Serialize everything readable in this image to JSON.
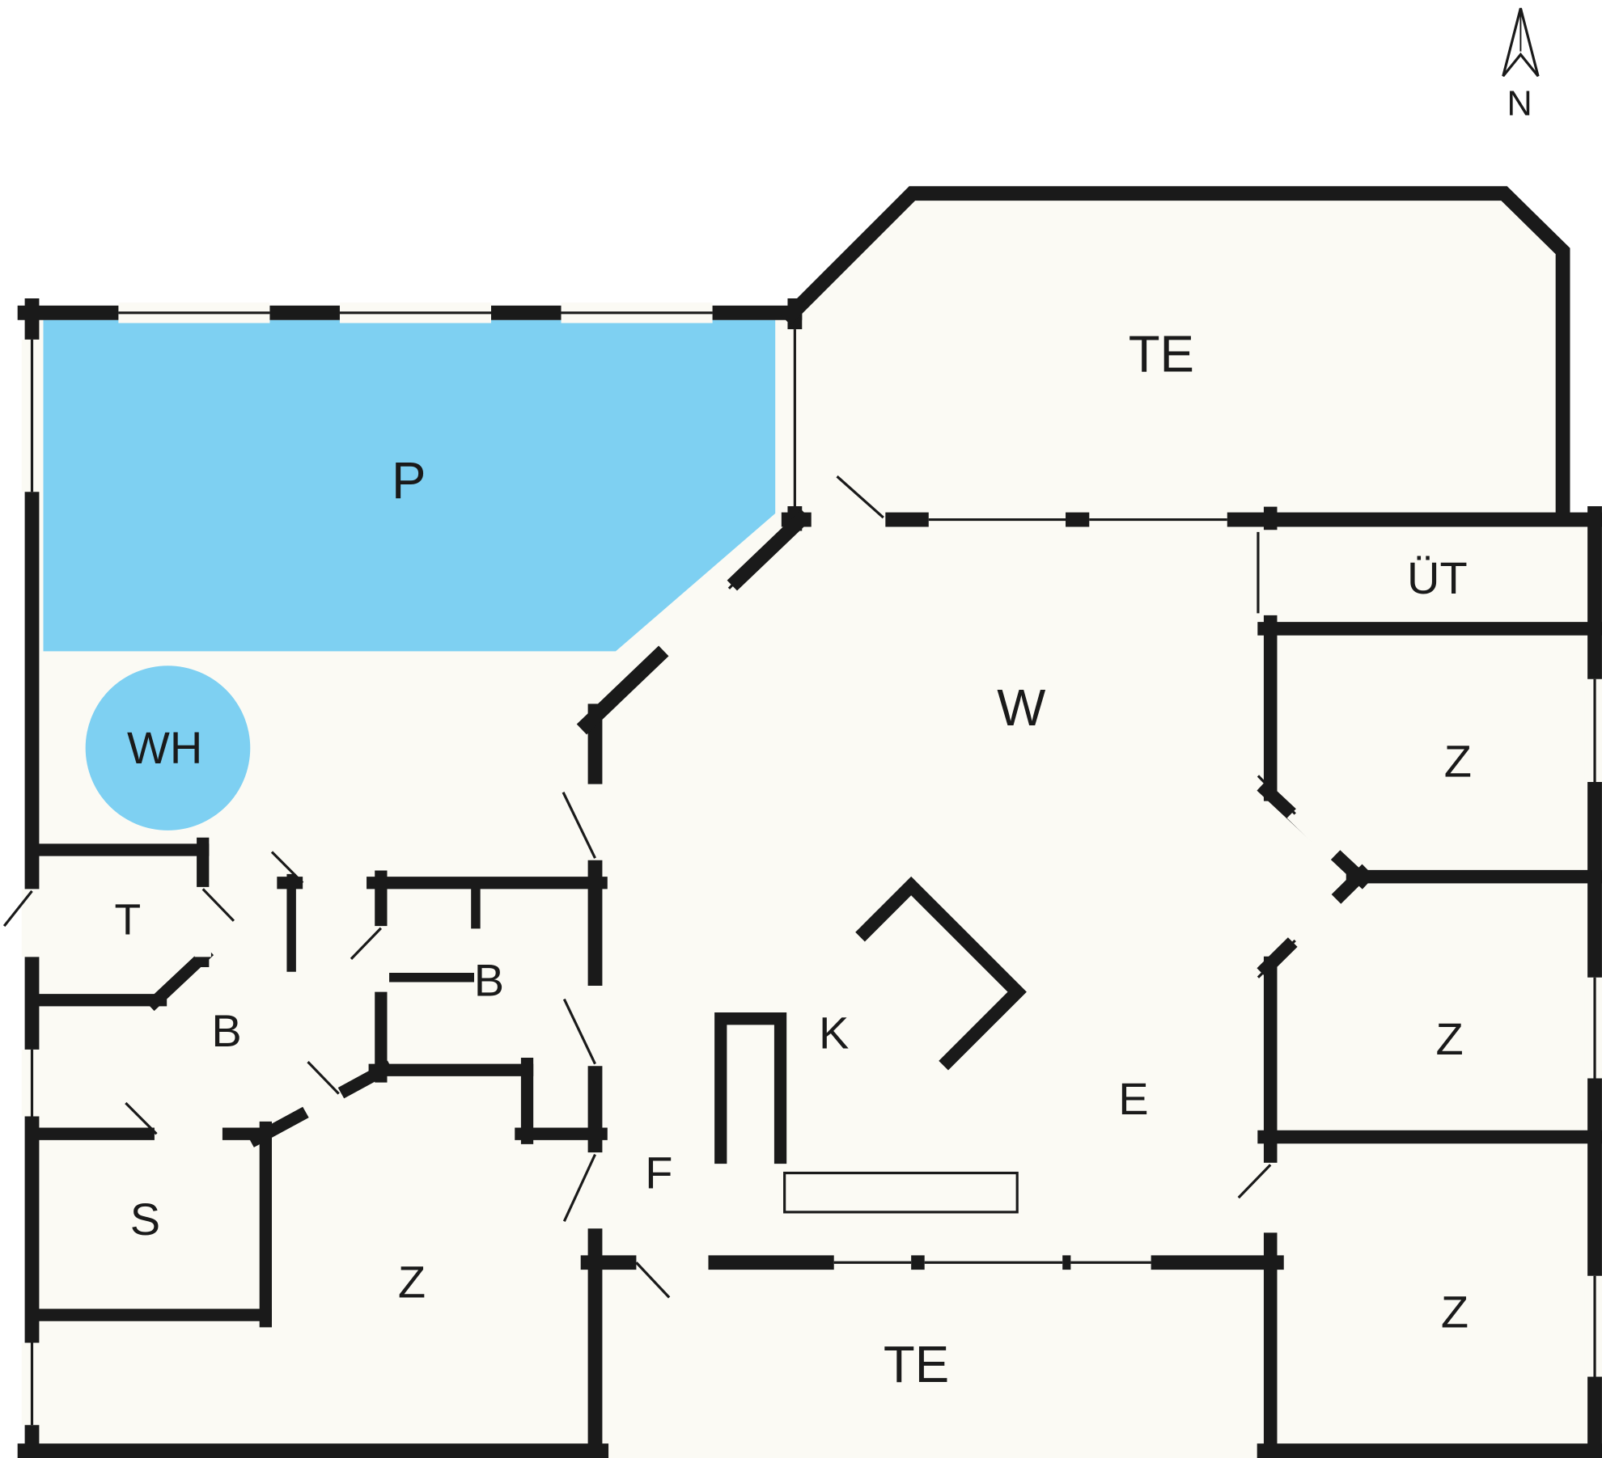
{
  "colors": {
    "wall": "#1a1a1a",
    "room_fill": "#fbfaf4",
    "pool_fill": "#7ed0f2",
    "label_color": "#1a1a1a",
    "background": "#ffffff"
  },
  "compass": {
    "icon": "north-arrow",
    "north_label": "N"
  },
  "rooms": {
    "pool": "P",
    "whirlpool": "WH",
    "terrace_north": "TE",
    "covered_terrace": "ÜT",
    "living_room": "W",
    "bedroom_ne": "Z",
    "bedroom_e": "Z",
    "bedroom_se": "Z",
    "toilet": "T",
    "bathroom_1": "B",
    "bathroom_2": "B",
    "sauna": "S",
    "bedroom_sw": "Z",
    "kitchen": "K",
    "dining_area": "E",
    "hallway": "F",
    "terrace_south": "TE"
  }
}
